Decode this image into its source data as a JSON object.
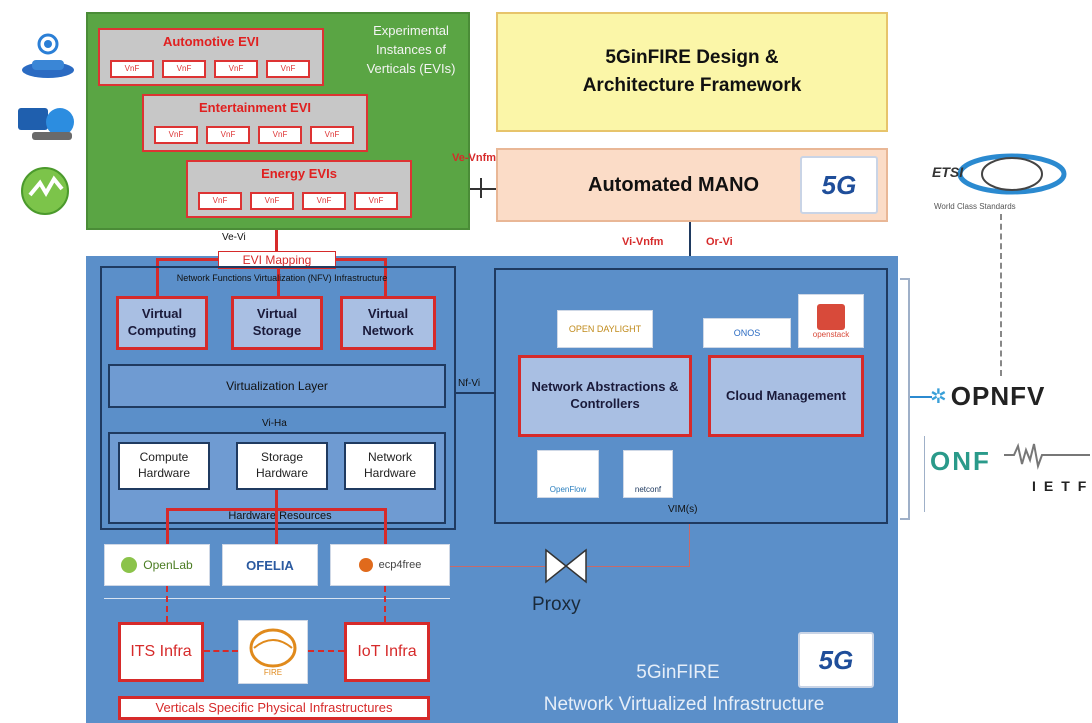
{
  "evis": {
    "title": "Experimental Instances of Verticals (EVIs)",
    "items": [
      {
        "label": "Automotive EVI",
        "vnfs": [
          "VnF",
          "VnF",
          "VnF",
          "VnF"
        ]
      },
      {
        "label": "Entertainment EVI",
        "vnfs": [
          "VnF",
          "VnF",
          "VnF",
          "VnF"
        ]
      },
      {
        "label": "Energy EVIs",
        "vnfs": [
          "VnF",
          "VnF",
          "VnF",
          "VnF"
        ]
      }
    ]
  },
  "framework": {
    "title": "5GinFIRE Design & Architecture Framework"
  },
  "mano": {
    "title": "Automated MANO"
  },
  "labels": {
    "ve_vnfm": "Ve-Vnfm",
    "ve_vi": "Ve-Vi",
    "vi_vnfm": "Vi-Vnfm",
    "or_vi": "Or-Vi",
    "nf_vi": "Nf-Vi",
    "vi_ha": "Vi-Ha",
    "vims": "VIM(s)"
  },
  "evi_mapping": "EVI Mapping",
  "nfvi": {
    "title": "Network Functions Virtualization (NFV) Infrastructure",
    "virtual_computing": "Virtual Computing",
    "virtual_storage": "Virtual Storage",
    "virtual_network": "Virtual Network",
    "virtualization_layer": "Virtualization Layer",
    "compute_hardware": "Compute Hardware",
    "storage_hardware": "Storage Hardware",
    "network_hardware": "Network Hardware",
    "hardware_resources": "Hardware Resources"
  },
  "vim": {
    "network_abstractions": "Network Abstractions & Controllers",
    "cloud_management": "Cloud Management",
    "logos": [
      "OPEN DAYLIGHT",
      "ONOS",
      "openstack",
      "OpenFlow",
      "netconf"
    ]
  },
  "testbeds": [
    "OpenLab",
    "OFELIA",
    "ecp4free"
  ],
  "proxy": "Proxy",
  "infra": {
    "its": "ITS Infra",
    "iot": "IoT Infra",
    "fire": "FIRE",
    "verticals_physical": "Verticals Specific Physical Infrastructures"
  },
  "bottom": {
    "line1": "5GinFIRE",
    "line2": "Network Virtualized Infrastructure"
  },
  "standards": {
    "etsi": "ETSI",
    "etsi_sub": "World Class Standards",
    "opnfv": "OPNFV",
    "onf": "ONF",
    "ietf": "IETF"
  },
  "colors": {
    "accent_red": "#d62a2a",
    "blue": "#5b8fc9",
    "green": "#5aa544"
  }
}
